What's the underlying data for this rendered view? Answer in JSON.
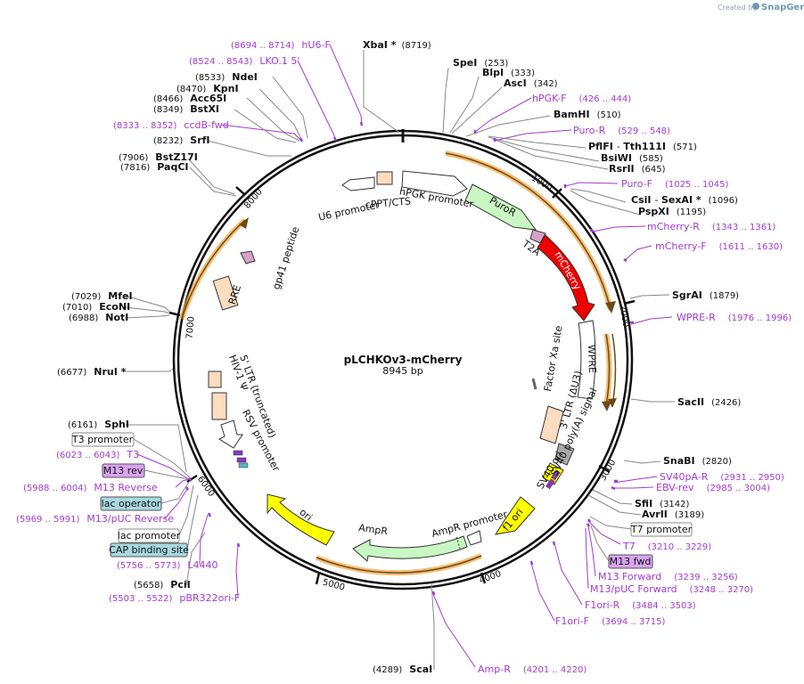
{
  "credit": {
    "created_by": "Created by",
    "brand": "SnapGene"
  },
  "plasmid": {
    "name": "pLCHKOv3-mCherry",
    "size": "8945 bp"
  },
  "ring_ticks": [
    {
      "label": "1000"
    },
    {
      "label": "2000"
    },
    {
      "label": "3000"
    },
    {
      "label": "4000"
    },
    {
      "label": "5000"
    },
    {
      "label": "6000"
    },
    {
      "label": "7000"
    },
    {
      "label": "8000"
    }
  ],
  "features": [
    {
      "label": "U6 promoter"
    },
    {
      "label": "cPPT/CTS"
    },
    {
      "label": "hPGK promoter"
    },
    {
      "label": "PuroR"
    },
    {
      "label": "T2A"
    },
    {
      "label": "mCherry"
    },
    {
      "label": "WPRE"
    },
    {
      "label": "Factor Xa site"
    },
    {
      "label": "3' LTR (ΔU3)"
    },
    {
      "label": "SV40 poly(A) signal"
    },
    {
      "label": "SV40 ori"
    },
    {
      "label": "f1 ori"
    },
    {
      "label": "AmpR promoter"
    },
    {
      "label": "AmpR"
    },
    {
      "label": "ori"
    },
    {
      "label": "RSV promoter"
    },
    {
      "label": "5' LTR (truncated)"
    },
    {
      "label": "HIV-1 Ψ"
    },
    {
      "label": "RRE"
    },
    {
      "label": "gp41 peptide"
    }
  ],
  "site_labels": [
    {
      "name": "XbaI *",
      "pos": "(8719)"
    },
    {
      "name": "SpeI",
      "pos": "(253)"
    },
    {
      "name": "BlpI",
      "pos": "(333)"
    },
    {
      "name": "AscI",
      "pos": "(342)"
    },
    {
      "name": "BamHI",
      "pos": "(510)"
    },
    {
      "name": "PflFI",
      "sep": "- ",
      "name2": "Tth111I",
      "pos": "(571)"
    },
    {
      "name": "BsiWI",
      "pos": "(585)"
    },
    {
      "name": "RsrII",
      "pos": "(645)"
    },
    {
      "name": "CsiI",
      "sep": "- ",
      "name2": "SexAI *",
      "pos": "(1096)"
    },
    {
      "name": "PspXI",
      "pos": "(1195)"
    },
    {
      "name": "SgrAI",
      "pos": "(1879)"
    },
    {
      "name": "SacII",
      "pos": "(2426)"
    },
    {
      "name": "SnaBI",
      "pos": "(2820)"
    },
    {
      "name": "SfiI",
      "pos": "(3142)"
    },
    {
      "name": "AvrII",
      "pos": "(3189)"
    },
    {
      "name": "ScaI",
      "pos": "(4289)"
    },
    {
      "name": "PciI",
      "pos": "(5658)"
    },
    {
      "name": "SphI",
      "pos": "(6161)"
    },
    {
      "name": "NruI *",
      "pos": "(6677)"
    },
    {
      "name": "MfeI",
      "pos": "(7029)"
    },
    {
      "name": "EcoNI",
      "pos": "(7010)"
    },
    {
      "name": "NotI",
      "pos": "(6988)"
    },
    {
      "name": "PaqCI",
      "pos": "(7816)"
    },
    {
      "name": "BstZ17I",
      "pos": "(7906)"
    },
    {
      "name": "SrfI",
      "pos": "(8232)"
    },
    {
      "name": "BstXI",
      "pos": "(8349)"
    },
    {
      "name": "Acc65I",
      "pos": "(8466)"
    },
    {
      "name": "KpnI",
      "pos": "(8470)"
    },
    {
      "name": "NdeI",
      "pos": "(8533)"
    }
  ],
  "primer_labels": [
    {
      "name": "hU6-F",
      "pos": "(8694 .. 8714)"
    },
    {
      "name": "LKO.1 5'",
      "pos": "(8524 .. 8543)"
    },
    {
      "name": "ccdB-fwd",
      "pos": "(8333 .. 8352)"
    },
    {
      "name": "hPGK-F",
      "pos": "(426 .. 444)"
    },
    {
      "name": "Puro-R",
      "pos": "(529 .. 548)"
    },
    {
      "name": "Puro-F",
      "pos": "(1025 .. 1045)"
    },
    {
      "name": "mCherry-R",
      "pos": "(1343 .. 1361)"
    },
    {
      "name": "mCherry-F",
      "pos": "(1611 .. 1630)"
    },
    {
      "name": "WPRE-R",
      "pos": "(1976 .. 1996)"
    },
    {
      "name": "SV40pA-R",
      "pos": "(2931 .. 2950)"
    },
    {
      "name": "EBV-rev",
      "pos": "(2985 .. 3004)"
    },
    {
      "name": "T7",
      "pos": "(3210 .. 3229)"
    },
    {
      "name": "M13 Forward",
      "pos": "(3239 .. 3256)"
    },
    {
      "name": "M13/pUC Forward",
      "pos": "(3248 .. 3270)"
    },
    {
      "name": "F1ori-R",
      "pos": "(3484 .. 3503)"
    },
    {
      "name": "F1ori-F",
      "pos": "(3694 .. 3715)"
    },
    {
      "name": "Amp-R",
      "pos": "(4201 .. 4220)"
    },
    {
      "name": "pBR322ori-F",
      "pos": "(5503 .. 5522)"
    },
    {
      "name": "L4440",
      "pos": "(5756 .. 5773)"
    },
    {
      "name": "M13/pUC Reverse",
      "pos": "(5969 .. 5991)"
    },
    {
      "name": "M13 Reverse",
      "pos": "(5988 .. 6004)"
    },
    {
      "name": "T3",
      "pos": "(6023 .. 6043)"
    }
  ],
  "boxed_labels": [
    {
      "label": "T7 promoter"
    },
    {
      "label": "M13 fwd"
    },
    {
      "label": "T3 promoter"
    },
    {
      "label": "M13 rev"
    },
    {
      "label": "lac operator"
    },
    {
      "label": "lac promoter"
    },
    {
      "label": "CAP binding site"
    }
  ],
  "colors": {
    "backbone": "#111111",
    "primer": "#a13bd0",
    "mCherry": "#ee0000",
    "puroR": "#c9f7c3",
    "origin": "#ffff00",
    "ltr": "#fddcc0",
    "orf_orange": "#f3a33a",
    "promoter": "#ffffff",
    "m13_box": "#d9a4f0",
    "lac_box": "#a8d8e0",
    "credit": "#6f99b6"
  }
}
